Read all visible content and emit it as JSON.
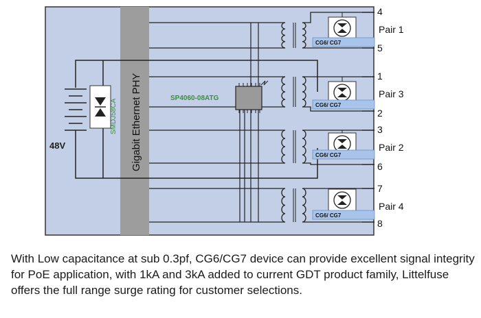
{
  "diagram": {
    "phy_label": "Gigabit Ethernet PHY",
    "tvs_label": "SMDJ58CA",
    "chip_label": "SP4060-08ATG",
    "voltage_label": "48V",
    "pairs": [
      {
        "label": "Pair 1",
        "pin_top": "4",
        "pin_bottom": "5",
        "gdt_label": "CG6/ CG7"
      },
      {
        "label": "Pair 3",
        "pin_top": "1",
        "pin_bottom": "2",
        "gdt_label": "CG6/ CG7"
      },
      {
        "label": "Pair 2",
        "pin_top": "3",
        "pin_bottom": "6",
        "gdt_label": "CG6/ CG7"
      },
      {
        "label": "Pair 4",
        "pin_top": "7",
        "pin_bottom": "8",
        "gdt_label": "CG6/ CG7"
      }
    ],
    "colors": {
      "board_bg": "#c3cfe6",
      "phy_bar": "#9d9d9d",
      "green_label": "#3a8f3a",
      "tag_fill": "#a9c4ea",
      "wire": "#222222"
    }
  },
  "caption": "With Low capacitance at sub 0.3pf, CG6/CG7 device can provide excellent signal integrity for PoE application, with 1kA and 3kA added to current GDT product family, Littelfuse offers the full range surge rating for customer selections."
}
